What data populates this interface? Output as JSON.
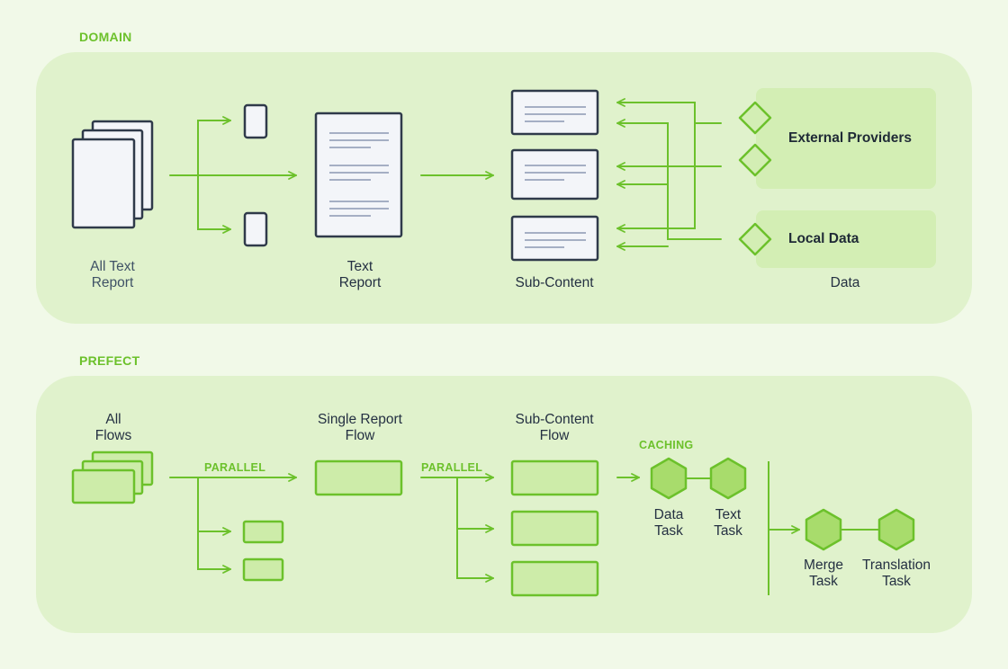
{
  "colors": {
    "accent": "#6cc12b",
    "panel": "#e0f2cc",
    "page": "#f1f9e8",
    "dark": "#2f3a4a"
  },
  "domain": {
    "section_label": "DOMAIN",
    "all_text_report": "All Text\nReport",
    "text_report": "Text\nReport",
    "sub_content": "Sub-Content",
    "external_providers": "External Providers",
    "local_data": "Local Data",
    "data": "Data"
  },
  "prefect": {
    "section_label": "PREFECT",
    "all_flows": "All\nFlows",
    "parallel_1": "PARALLEL",
    "single_report_flow": "Single Report\nFlow",
    "parallel_2": "PARALLEL",
    "sub_content_flow": "Sub-Content\nFlow",
    "caching": "CACHING",
    "data_task": "Data\nTask",
    "text_task": "Text\nTask",
    "merge_task": "Merge\nTask",
    "translation_task": "Translation\nTask"
  }
}
